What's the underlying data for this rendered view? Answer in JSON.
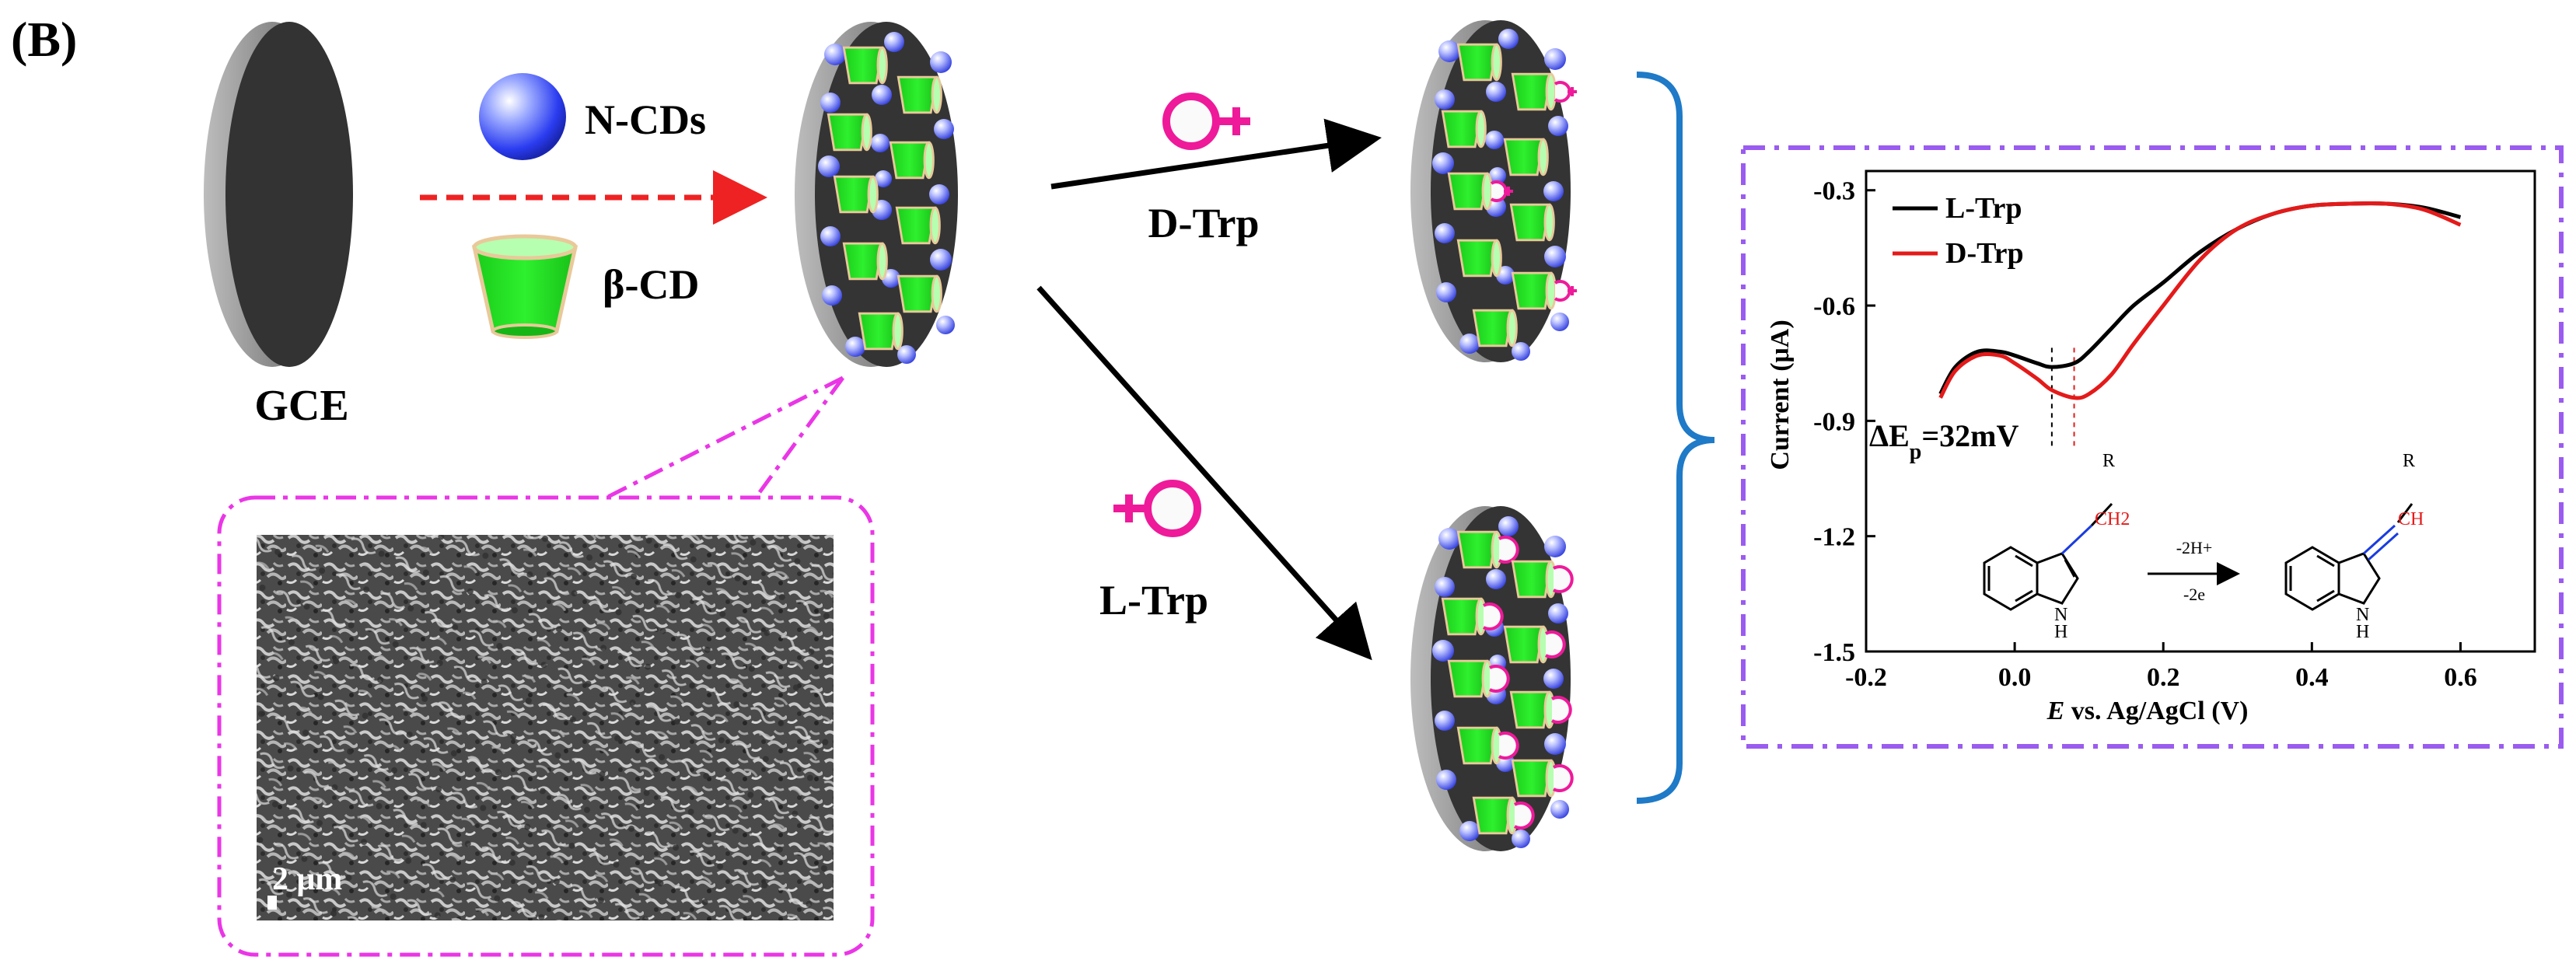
{
  "panel_label": "(B)",
  "labels": {
    "gce": "GCE",
    "ncds": "N-CDs",
    "beta_cd": "β-CD",
    "d_trp": "D-Trp",
    "l_trp": "L-Trp",
    "scale_bar": "2 μm"
  },
  "colors": {
    "magenta": "#ee1a9a",
    "green": "#21e021",
    "bracket_blue": "#1f7ac7",
    "inset_border": "#9a5cf0",
    "sem_border": "#ea36e6",
    "dashed_arrow": "#ee2222",
    "electrode_face": "#2f2f2f",
    "electrode_rim": "#8f8f8f"
  },
  "chemistry": {
    "r_left": "R",
    "ch2": "CH2",
    "nh_left": "N",
    "h_left": "H",
    "step_top": "-2H+",
    "step_bottom": "-2e",
    "r_right": "R",
    "ch": "CH",
    "nh_right": "N",
    "h_right": "H"
  },
  "chart_data": {
    "type": "line",
    "xlabel": "E vs. Ag/AgCl (V)",
    "ylabel": "Current (μA)",
    "xlim": [
      -0.2,
      0.7
    ],
    "ylim": [
      -1.5,
      -0.25
    ],
    "xticks": [
      -0.2,
      0.0,
      0.2,
      0.4,
      0.6
    ],
    "yticks": [
      -1.5,
      -1.2,
      -0.9,
      -0.6,
      -0.3
    ],
    "xtick_labels": [
      "-0.2",
      "0.0",
      "0.2",
      "0.4",
      "0.6"
    ],
    "ytick_labels": [
      "-1.5",
      "-1.2",
      "-0.9",
      "-0.6",
      "-0.3"
    ],
    "legend_position": "top-left",
    "annotation": "ΔEp=32mV",
    "peak_markers": [
      0.05,
      0.08
    ],
    "series": [
      {
        "name": "L-Trp",
        "color": "#000000",
        "x": [
          -0.1,
          -0.08,
          -0.05,
          -0.02,
          0.0,
          0.03,
          0.05,
          0.08,
          0.1,
          0.13,
          0.16,
          0.2,
          0.25,
          0.3,
          0.35,
          0.4,
          0.45,
          0.5,
          0.55,
          0.6
        ],
        "y": [
          -0.83,
          -0.76,
          -0.72,
          -0.72,
          -0.73,
          -0.75,
          -0.76,
          -0.75,
          -0.72,
          -0.66,
          -0.6,
          -0.54,
          -0.46,
          -0.4,
          -0.36,
          -0.34,
          -0.335,
          -0.335,
          -0.345,
          -0.37
        ]
      },
      {
        "name": "D-Trp",
        "color": "#e41a1a",
        "x": [
          -0.1,
          -0.08,
          -0.05,
          -0.02,
          0.0,
          0.03,
          0.05,
          0.08,
          0.1,
          0.13,
          0.16,
          0.2,
          0.25,
          0.3,
          0.35,
          0.4,
          0.45,
          0.5,
          0.55,
          0.6
        ],
        "y": [
          -0.84,
          -0.77,
          -0.73,
          -0.73,
          -0.75,
          -0.79,
          -0.82,
          -0.84,
          -0.83,
          -0.78,
          -0.7,
          -0.6,
          -0.48,
          -0.4,
          -0.36,
          -0.34,
          -0.335,
          -0.335,
          -0.35,
          -0.39
        ]
      }
    ]
  }
}
